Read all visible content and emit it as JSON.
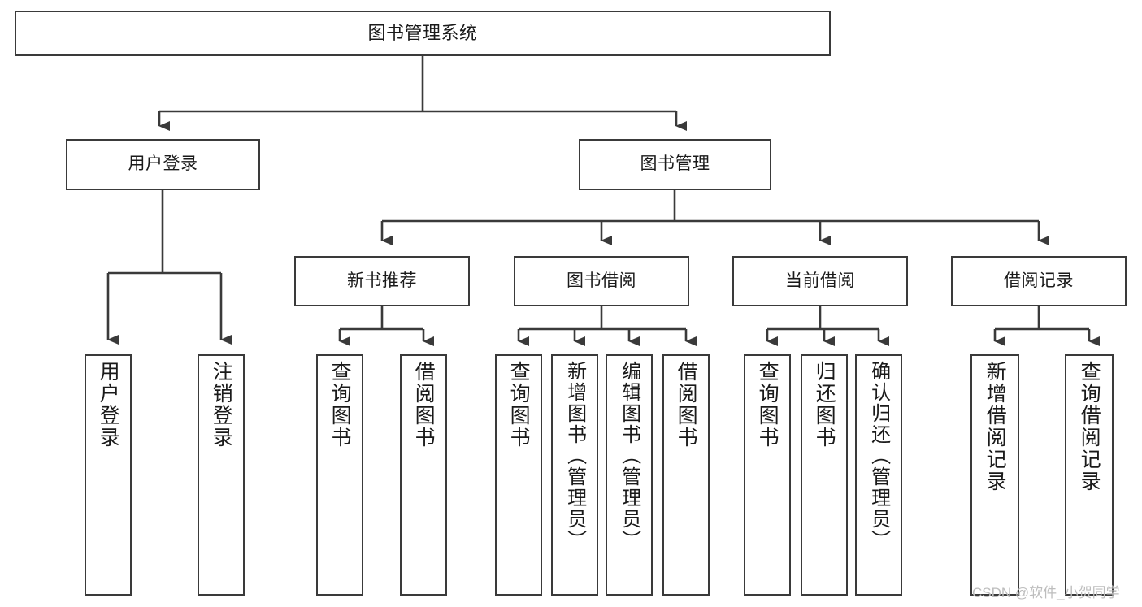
{
  "diagram": {
    "title": "图书管理系统",
    "type": "tree",
    "colors": {
      "node_border": "#3a3a3a",
      "node_fill": "#ffffff",
      "edge": "#3a3a3a",
      "text": "#1a1a1a",
      "watermark": "#bdbdbd",
      "background": "#ffffff"
    },
    "nodes": {
      "root": {
        "label": "图书管理系统"
      },
      "level1": [
        {
          "id": "user-login",
          "label": "用户登录"
        },
        {
          "id": "book-manage",
          "label": "图书管理"
        }
      ],
      "level2": [
        {
          "id": "new-book-rec",
          "label": "新书推荐"
        },
        {
          "id": "book-borrow",
          "label": "图书借阅"
        },
        {
          "id": "current-borrow",
          "label": "当前借阅"
        },
        {
          "id": "borrow-record",
          "label": "借阅记录"
        }
      ],
      "leaves": {
        "user_login": [
          {
            "id": "leaf-user-login",
            "label": "用户登录"
          },
          {
            "id": "leaf-logout-login",
            "label": "注销登录"
          }
        ],
        "new_book_rec": [
          {
            "id": "leaf-query-book-1",
            "label": "查询图书"
          },
          {
            "id": "leaf-borrow-book-1",
            "label": "借阅图书"
          }
        ],
        "book_borrow": [
          {
            "id": "leaf-query-book-2",
            "label": "查询图书"
          },
          {
            "id": "leaf-add-book",
            "label": "新增图书（管理员）"
          },
          {
            "id": "leaf-edit-book",
            "label": "编辑图书（管理员）"
          },
          {
            "id": "leaf-borrow-book-2",
            "label": "借阅图书"
          }
        ],
        "current_borrow": [
          {
            "id": "leaf-query-book-3",
            "label": "查询图书"
          },
          {
            "id": "leaf-return-book",
            "label": "归还图书"
          },
          {
            "id": "leaf-confirm-return",
            "label": "确认归还（管理员）"
          }
        ],
        "borrow_record": [
          {
            "id": "leaf-add-record",
            "label": "新增借阅记录"
          },
          {
            "id": "leaf-query-record",
            "label": "查询借阅记录"
          }
        ]
      }
    }
  },
  "watermark": {
    "text": "CSDN @软件_小贺同学"
  }
}
